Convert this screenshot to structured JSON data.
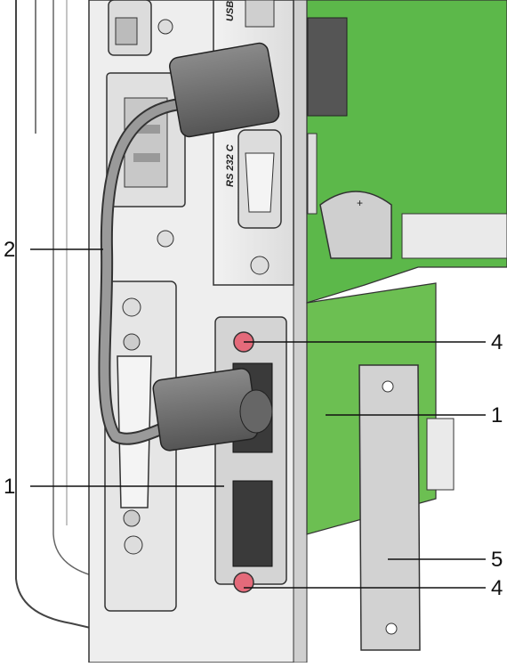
{
  "port_labels": {
    "usb": "USB",
    "rs232": "RS 232 C"
  },
  "callouts": [
    {
      "id": "cable",
      "text": "2"
    },
    {
      "id": "module-top-screw",
      "text": "4"
    },
    {
      "id": "module-board",
      "text": "1"
    },
    {
      "id": "module-front",
      "text": "1"
    },
    {
      "id": "slot-cover",
      "text": "5"
    },
    {
      "id": "module-bottom-screw",
      "text": "4"
    }
  ],
  "colors": {
    "pcb": "#5cb84a",
    "panel": "#e8e8e8",
    "metal": "#d0d0d0",
    "cable": "#9a9a9a",
    "plug": "#6a6a6a",
    "screw_highlight": "#e46a7a",
    "outline": "#222222"
  }
}
